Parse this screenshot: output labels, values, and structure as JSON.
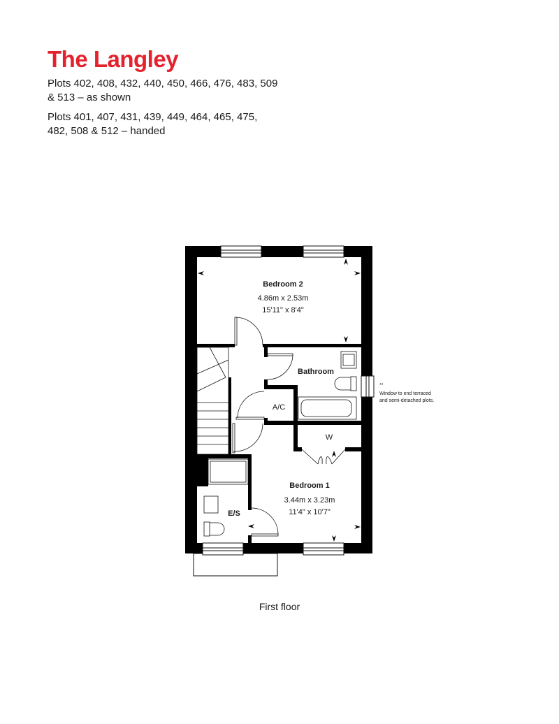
{
  "header": {
    "title": "The Langley",
    "plots_as_shown": "Plots 402, 408, 432, 440, 450, 466, 476, 483, 509 & 513 – as shown",
    "plots_handed": "Plots 401, 407, 431, 439, 449, 464, 465, 475, 482, 508 & 512 – handed"
  },
  "plan": {
    "rooms": {
      "bedroom2": {
        "name": "Bedroom 2",
        "metric": "4.86m x 2.53m",
        "imperial": "15'11\" x 8'4\""
      },
      "bathroom": {
        "name": "Bathroom"
      },
      "ac": {
        "name": "A/C"
      },
      "wardrobe": {
        "name": "W"
      },
      "bedroom1": {
        "name": "Bedroom 1",
        "metric": "3.44m x 3.23m",
        "imperial": "11'4\" x 10'7\""
      },
      "ensuite": {
        "name": "E/S"
      }
    },
    "note_mark": "**",
    "note_line1": "Window to end terraced",
    "note_line2": "and semi-detached plots.",
    "caption": "First floor"
  },
  "colors": {
    "brand": "#e4222e",
    "wall": "#000000"
  }
}
